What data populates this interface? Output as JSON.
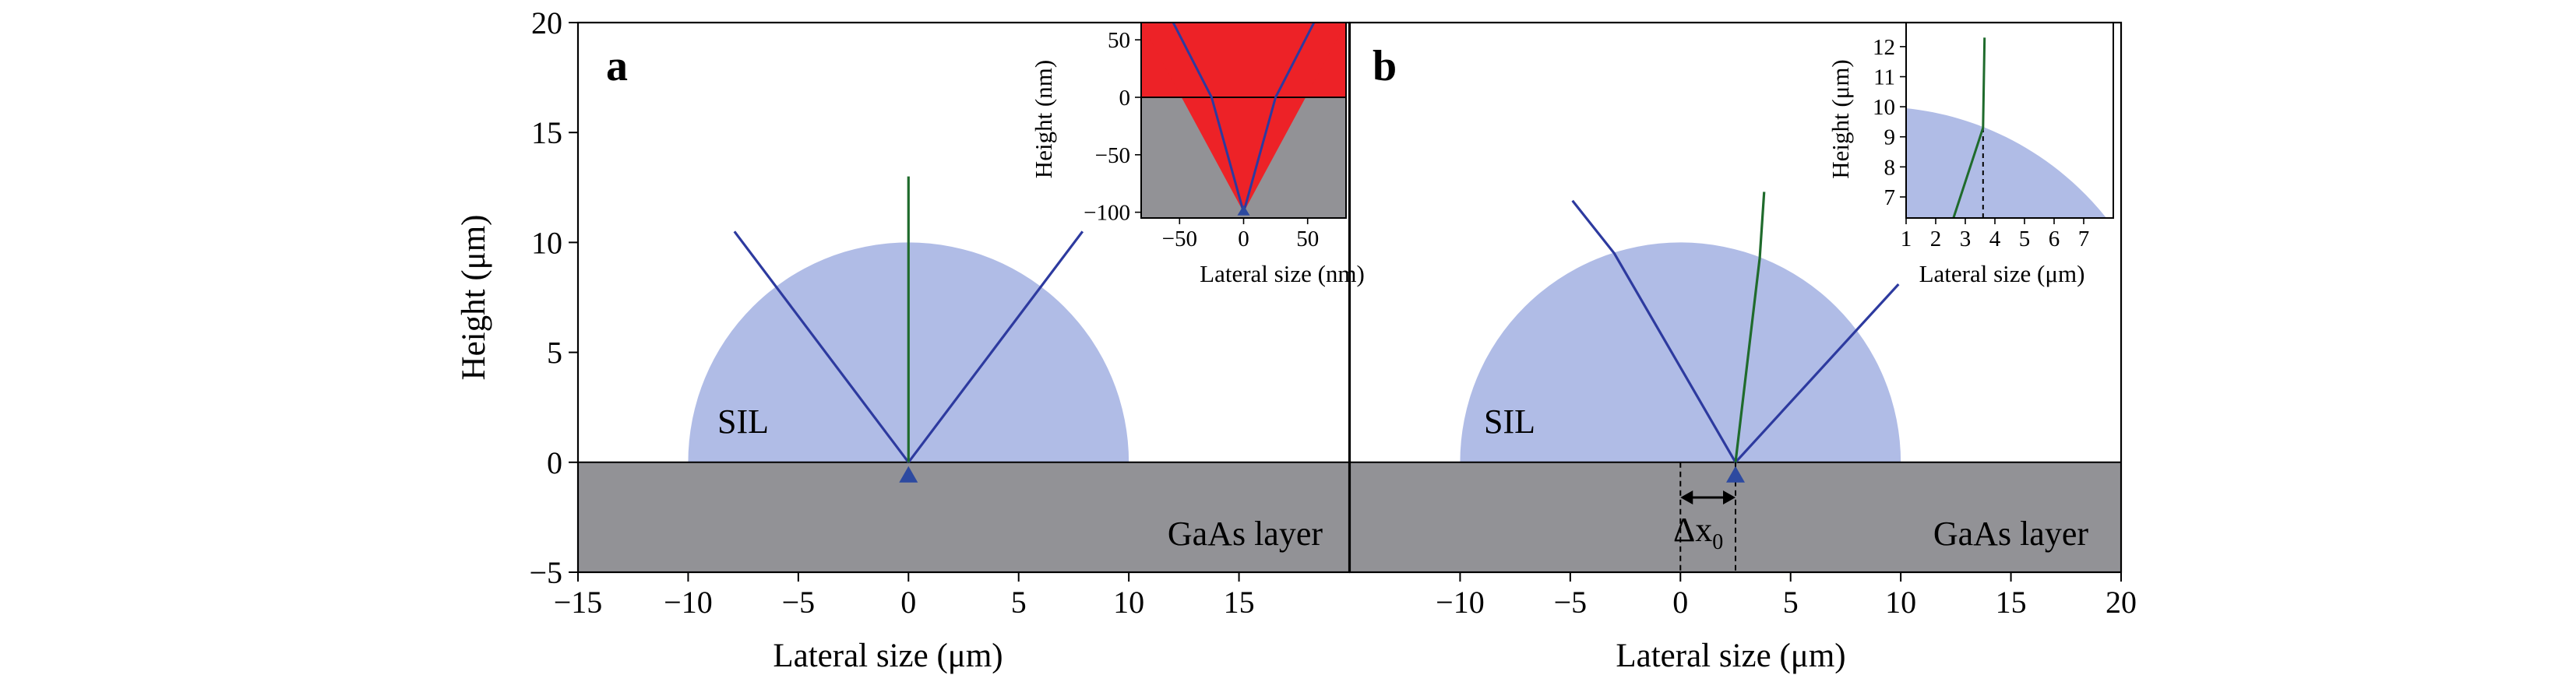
{
  "chart_data": [
    {
      "type": "line",
      "panel": "a",
      "xlabel": "Lateral size (μm)",
      "ylabel": "Height (μm)",
      "xlim": [
        -15,
        20
      ],
      "ylim": [
        -5,
        20
      ],
      "x_ticks": [
        -15,
        -10,
        -5,
        0,
        5,
        10,
        15
      ],
      "x_tick_labels": [
        "−15",
        "−10",
        "−5",
        "0",
        "5",
        "10",
        "15"
      ],
      "y_ticks": [
        -5,
        0,
        5,
        10,
        15,
        20
      ],
      "y_tick_labels": [
        "−5",
        "0",
        "5",
        "10",
        "15",
        "20"
      ],
      "regions": [
        {
          "name": "SIL",
          "shape": "hemisphere",
          "center_x": 0,
          "radius": 10,
          "color": "#b0bce6"
        },
        {
          "name": "GaAs layer",
          "shape": "layer",
          "y_range": [
            -5,
            0
          ],
          "color": "#929296"
        }
      ],
      "emitter": {
        "x": 0,
        "y": -0.6,
        "color": "#2d4aa0"
      },
      "series": [
        {
          "color": "#2d3a9f",
          "points": [
            [
              0,
              0
            ],
            [
              -7.9,
              10.5
            ]
          ]
        },
        {
          "color": "#2d3a9f",
          "points": [
            [
              0,
              0
            ],
            [
              7.9,
              10.5
            ]
          ]
        },
        {
          "color": "#1f6b2c",
          "points": [
            [
              0,
              0
            ],
            [
              0,
              13
            ]
          ]
        }
      ],
      "inset": {
        "xlabel": "Lateral size (nm)",
        "ylabel": "Height (nm)",
        "xlim": [
          -80,
          80
        ],
        "ylim": [
          -105,
          65
        ],
        "x_ticks": [
          -50,
          0,
          50
        ],
        "x_tick_labels": [
          "−50",
          "0",
          "50"
        ],
        "y_ticks": [
          -100,
          -50,
          0,
          50
        ],
        "y_tick_labels": [
          "−100",
          "−50",
          "0",
          "50"
        ],
        "fill_top_color": "#ed2227",
        "fill_bottom_color": "#929296",
        "fill_cone_color": "#ed2227",
        "cone_points": [
          [
            -80,
            65
          ],
          [
            80,
            65
          ],
          [
            0,
            -100
          ]
        ],
        "series": [
          {
            "color": "#2d3a9f",
            "points": [
              [
                0,
                -100
              ],
              [
                -25,
                0
              ],
              [
                -55,
                65
              ]
            ]
          },
          {
            "color": "#2d3a9f",
            "points": [
              [
                0,
                -100
              ],
              [
                25,
                0
              ],
              [
                55,
                65
              ]
            ]
          }
        ]
      }
    },
    {
      "type": "line",
      "panel": "b",
      "xlabel": "Lateral size (μm)",
      "xlim": [
        -15,
        20
      ],
      "ylim": [
        -5,
        20
      ],
      "x_ticks": [
        -10,
        -5,
        0,
        5,
        10,
        15,
        20
      ],
      "x_tick_labels": [
        "−10",
        "−5",
        "0",
        "5",
        "10",
        "15",
        "20"
      ],
      "regions": [
        {
          "name": "SIL",
          "shape": "hemisphere",
          "center_x": 0,
          "radius": 10,
          "color": "#b0bce6"
        },
        {
          "name": "GaAs layer",
          "shape": "layer",
          "y_range": [
            -5,
            0
          ],
          "color": "#929296"
        }
      ],
      "emitter": {
        "x": 2.5,
        "y": -0.6,
        "color": "#2d4aa0"
      },
      "offset_annotation": {
        "label_base": "Δx",
        "label_sub": "0",
        "x_from": 0,
        "x_to": 2.5
      },
      "series": [
        {
          "color": "#2d3a9f",
          "points": [
            [
              2.5,
              0
            ],
            [
              -3,
              9.5
            ],
            [
              -4.9,
              11.9
            ]
          ]
        },
        {
          "color": "#2d3a9f",
          "points": [
            [
              2.5,
              0
            ],
            [
              9.9,
              8.1
            ]
          ]
        },
        {
          "color": "#1f6b2c",
          "points": [
            [
              2.5,
              0
            ],
            [
              3.6,
              9.3
            ],
            [
              3.8,
              12.3
            ]
          ]
        }
      ],
      "inset": {
        "xlabel": "Lateral size (μm)",
        "ylabel": "Height (μm)",
        "xlim": [
          1,
          8
        ],
        "ylim": [
          6.3,
          12.8
        ],
        "x_ticks": [
          1,
          2,
          3,
          4,
          5,
          6,
          7
        ],
        "x_tick_labels": [
          "1",
          "2",
          "3",
          "4",
          "5",
          "6",
          "7"
        ],
        "y_ticks": [
          7,
          8,
          9,
          10,
          11,
          12
        ],
        "y_tick_labels": [
          "7",
          "8",
          "9",
          "10",
          "11",
          "12"
        ],
        "sil_color": "#b0bce6",
        "series": [
          {
            "color": "#1f6b2c",
            "points": [
              [
                2.6,
                6.3
              ],
              [
                3.6,
                9.3
              ],
              [
                3.65,
                12.3
              ]
            ]
          }
        ],
        "dashed": {
          "x": 3.6,
          "y_from": 6.3,
          "y_to": 9.3
        }
      }
    }
  ]
}
